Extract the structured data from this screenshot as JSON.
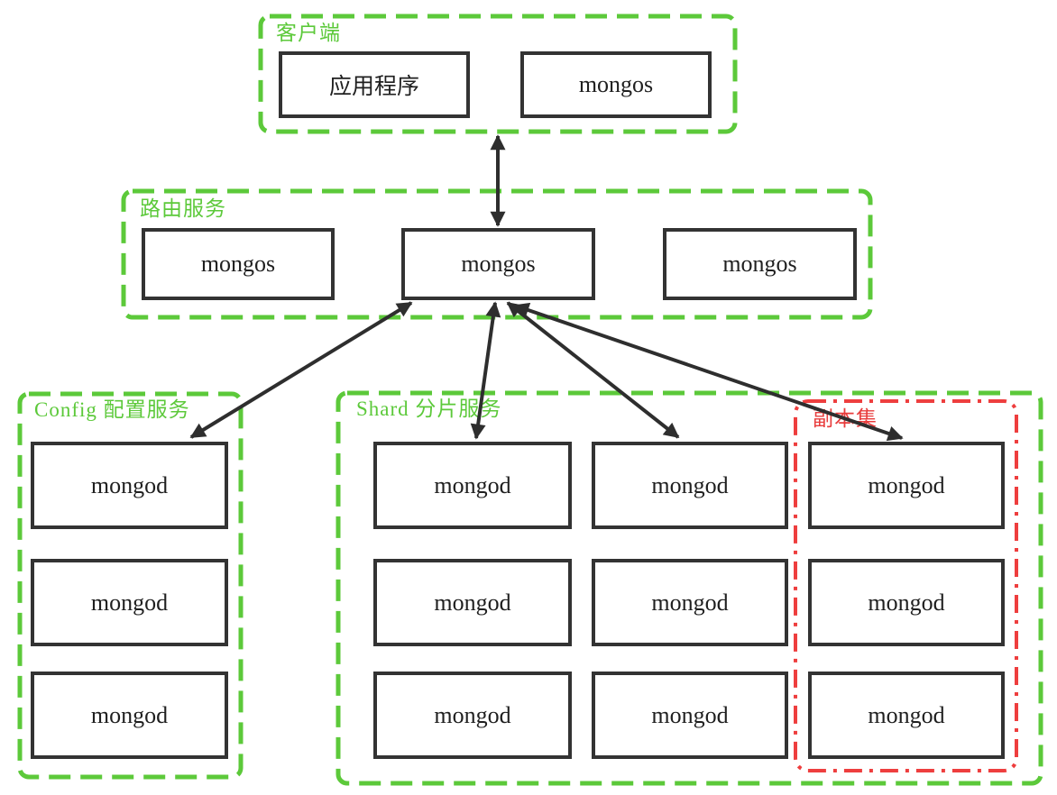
{
  "groups": {
    "client": {
      "label": "客户端",
      "nodes": [
        "应用程序",
        "mongos"
      ]
    },
    "routing": {
      "label": "路由服务",
      "nodes": [
        "mongos",
        "mongos",
        "mongos"
      ]
    },
    "config": {
      "label": "Config 配置服务",
      "nodes": [
        "mongod",
        "mongod",
        "mongod"
      ]
    },
    "shard": {
      "label": "Shard 分片服务",
      "nodes": [
        [
          "mongod",
          "mongod",
          "mongod"
        ],
        [
          "mongod",
          "mongod",
          "mongod"
        ],
        [
          "mongod",
          "mongod",
          "mongod"
        ]
      ]
    },
    "replica": {
      "label": "副本集"
    }
  },
  "connections": [
    {
      "from": "client-group",
      "to": "routing-mongos-center",
      "bidirectional": true
    },
    {
      "from": "routing-mongos-center",
      "to": "config-mongod-1",
      "bidirectional": true
    },
    {
      "from": "routing-mongos-center",
      "to": "shard-col1-mongod-1",
      "bidirectional": true
    },
    {
      "from": "routing-mongos-center",
      "to": "shard-col2-mongod-1",
      "bidirectional": true
    },
    {
      "from": "routing-mongos-center",
      "to": "shard-col3-mongod-1",
      "bidirectional": true
    }
  ],
  "colors": {
    "group_border_green": "#5cc93a",
    "replica_border_red": "#ee3e3e",
    "label_green": "#5cc93a",
    "label_red": "#e83c3c",
    "node_border": "#333333",
    "arrow": "#2e2e2e"
  }
}
